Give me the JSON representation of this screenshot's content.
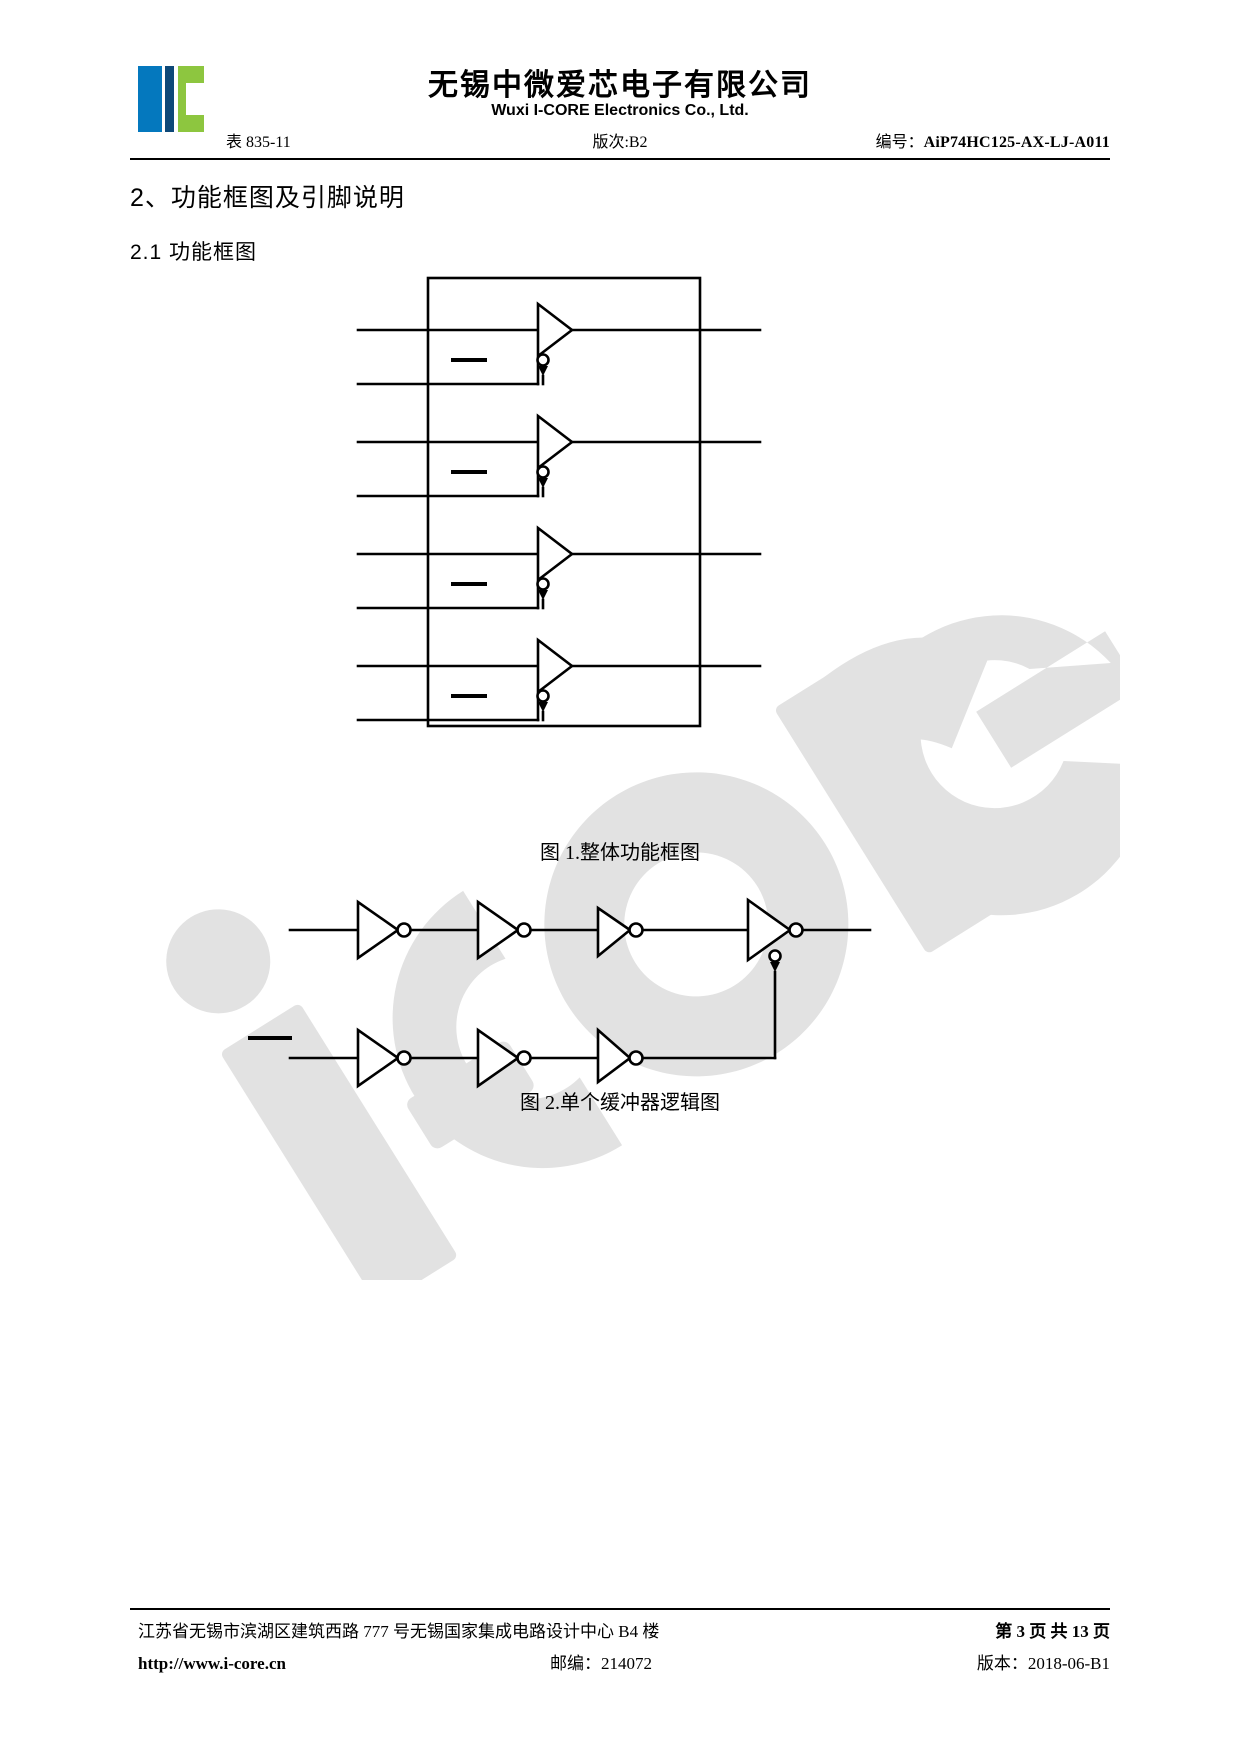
{
  "header": {
    "logo_name": "i-core-logo",
    "logo_colors": {
      "blue": "#0478be",
      "navy": "#0d4878",
      "green": "#8dc63f"
    },
    "company_cn": "无锡中微爱芯电子有限公司",
    "company_en": "Wuxi I-CORE Electronics Co., Ltd.",
    "form_no": "表 835-11",
    "revision": "版次:B2",
    "code_label": "编号：",
    "code_value": "AiP74HC125-AX-LJ-A011"
  },
  "watermark": {
    "text": "i-core",
    "color": "#e0e0e0"
  },
  "body": {
    "section_heading": "2、功能框图及引脚说明",
    "sub_heading": "2.1 功能框图",
    "figure1_caption": "图 1.整体功能框图",
    "figure2_caption": "图 2.单个缓冲器逻辑图"
  },
  "figure1": {
    "type": "diagram",
    "description": "Quad tri-state buffer functional block diagram",
    "outer_box": true,
    "channels": 4,
    "gate_symbol": "tri-state-buffer",
    "enable_active_low": true,
    "enable_marker": "overbar-dash"
  },
  "figure2": {
    "type": "diagram",
    "description": "Single buffer logic diagram",
    "top_chain_inverters": 4,
    "bottom_chain_inverters": 3,
    "output_gate_has_enable": true,
    "enable_marker": "overbar-dash"
  },
  "footer": {
    "address": "江苏省无锡市滨湖区建筑西路 777 号无锡国家集成电路设计中心 B4 楼",
    "website": "http://www.i-core.cn",
    "postcode": "邮编：214072",
    "page_info": "第 3 页 共 13 页",
    "version": "版本：2018-06-B1"
  }
}
